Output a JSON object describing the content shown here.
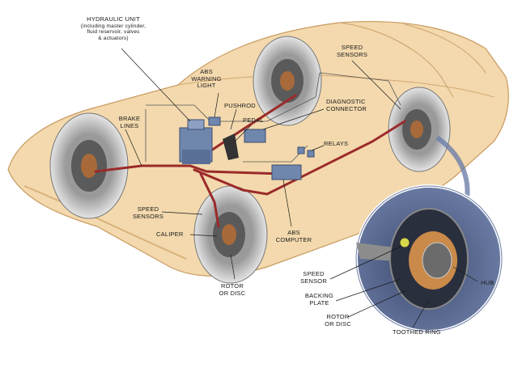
{
  "labels": {
    "hydraulic_unit": {
      "title": "HYDRAULIC UNIT",
      "lines": [
        "(including master cylinder,",
        "fluid reservoir, valves",
        "& actuators)"
      ]
    },
    "speed_sensors_top": [
      "SPEED",
      "SENSORS"
    ],
    "abs_warning_light": [
      "ABS",
      "WARNING",
      "LIGHT"
    ],
    "pushrod": "PUSHROD",
    "diagnostic_connector": [
      "DIAGNOSTIC",
      "CONNECTOR"
    ],
    "brake_lines": [
      "BRAKE",
      "LINES"
    ],
    "pedal": "PEDAL",
    "relays": "RELAYS",
    "speed_sensors_left": [
      "SPEED",
      "SENSORS"
    ],
    "caliper": "CALIPER",
    "abs_computer": [
      "ABS",
      "COMPUTER"
    ],
    "rotor_disc_main": [
      "ROTOR",
      "OR DISC"
    ],
    "speed_sensor_inset": [
      "SPEED",
      "SENSOR"
    ],
    "backing_plate": [
      "BACKING",
      "PLATE"
    ],
    "rotor_disc_inset": [
      "ROTOR",
      "OR DISC"
    ],
    "hub": "HUB",
    "toothed_ring": "TOOTHED RING"
  },
  "colors": {
    "car_body": "#f3d9ad",
    "car_shadow": "#dcb27c",
    "brake_line": "#9b2a2a",
    "component_blue": "#6f86ad",
    "tire": "#d8d8d8",
    "tire_dark": "#8a8a8a",
    "inset_bg": "#4f5f86"
  }
}
